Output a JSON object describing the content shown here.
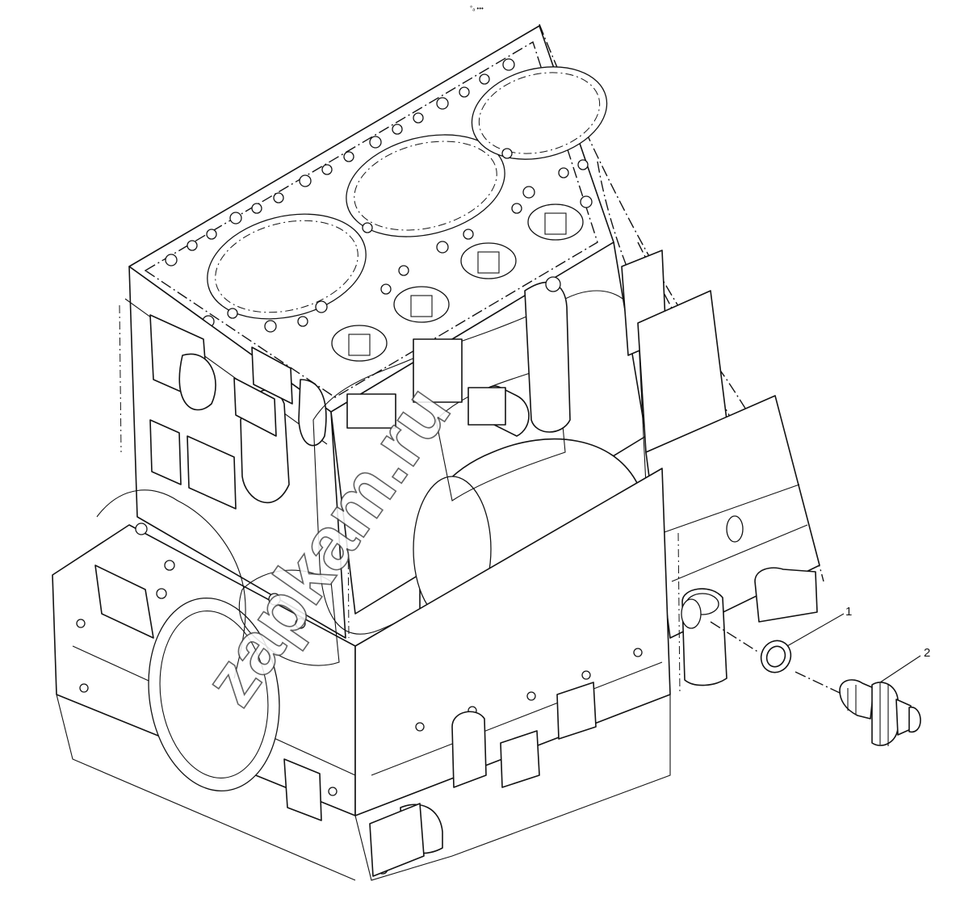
{
  "header": {
    "mark": "°ₐ •••"
  },
  "callouts": [
    {
      "number": "1"
    },
    {
      "number": "2"
    }
  ],
  "watermark": {
    "text": "zapkam.ru"
  }
}
